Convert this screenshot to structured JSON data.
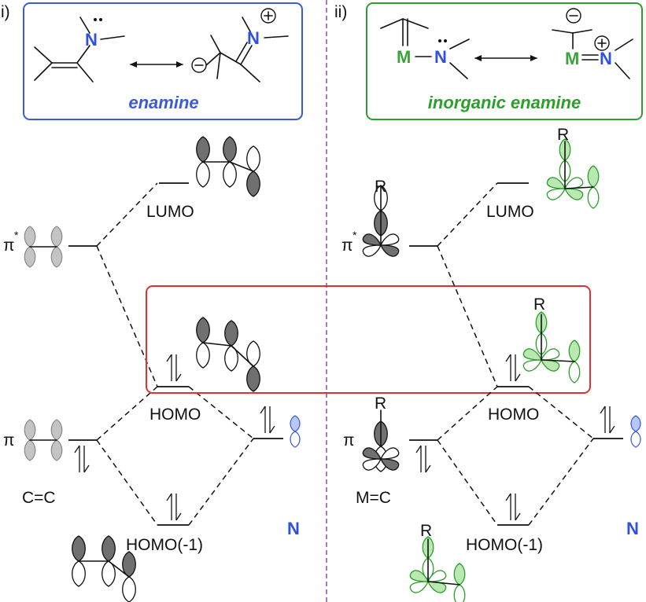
{
  "panels": {
    "left": {
      "label": "i)",
      "box_title": "enamine",
      "box_color": "#3c5bd6",
      "atom_N": "N",
      "levels": {
        "pi_star": "π",
        "star": "*",
        "lumo": "LUMO",
        "homo": "HOMO",
        "pi": "π",
        "homo_minus1": "HOMO(-1)",
        "cc": "C=C",
        "n": "N"
      }
    },
    "right": {
      "label": "ii)",
      "box_title": "inorganic enamine",
      "box_color": "#2c9e2c",
      "atom_M": "M",
      "atom_N": "N",
      "levels": {
        "pi_star": "π",
        "star": "*",
        "lumo": "LUMO",
        "homo": "HOMO",
        "pi": "π",
        "homo_minus1": "HOMO(-1)",
        "mc": "M=C",
        "n": "N",
        "r": "R"
      }
    }
  },
  "colors": {
    "nitrogen": "#2f50e0",
    "metal": "#3aa33a",
    "highlight": "#e03030",
    "divider": "#8a3f9c",
    "grey_lobe": "#c4c4c4",
    "dark_lobe": "#707070",
    "green_lobe": "#b9e8b0",
    "blue_lobe": "#b8c8f4"
  }
}
